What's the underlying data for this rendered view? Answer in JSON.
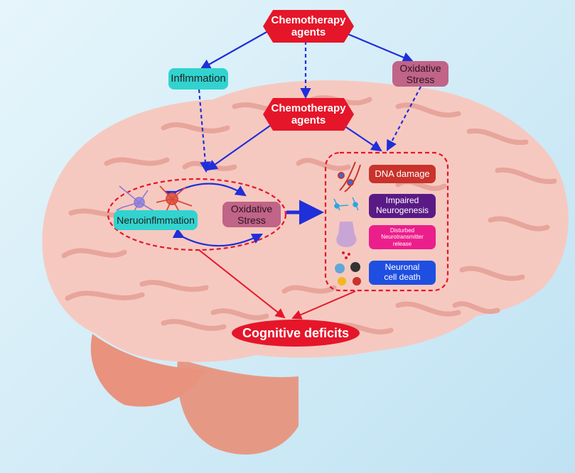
{
  "top_agent": "Chemotherapy\nagents",
  "inflammation": "Inflmmation",
  "oxidative_top": "Oxidative\nStress",
  "middle_agent": "Chemotherapy\nagents",
  "neuroinflammation": "Neruoinflmmation",
  "oxidative_inner": "Oxidative\nStress",
  "effects": {
    "dna_damage": "DNA damage",
    "neurogenesis": "Impaired\nNeurogenesis",
    "neurotransmitter": "Disturbed\nNeurotransmitter\nrelease",
    "cell_death": "Neuronal\ncell death"
  },
  "outcome": "Cognitive deficits",
  "colors": {
    "hex_red": "#e5162a",
    "teal": "#32d3cf",
    "mauve": "#c06488",
    "dna": "#c8332c",
    "neurogenesis": "#5a1a86",
    "neurotransmitter": "#ec1e8c",
    "cell_death": "#1f4fe0",
    "arrow_blue": "#1f2fd9",
    "arrow_red": "#e5162a",
    "brain": "#f6c9c0",
    "sulci": "#e7a59b",
    "cerebellum": "#e9927d"
  }
}
